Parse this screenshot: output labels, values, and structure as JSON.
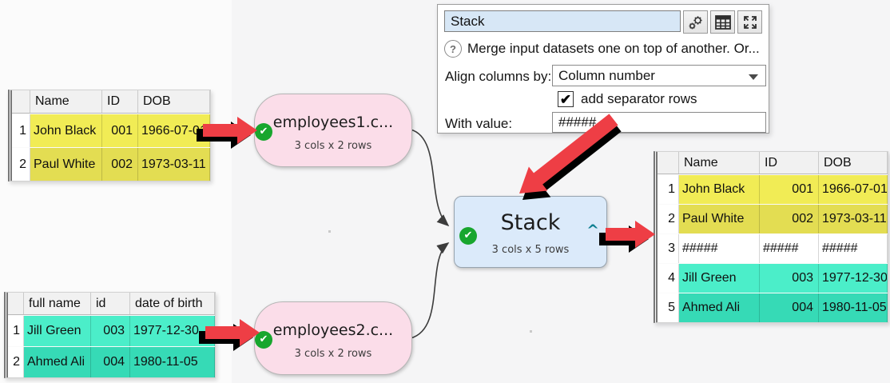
{
  "panel": {
    "name_value": "Stack",
    "help_glyph": "?",
    "description": "Merge input datasets one on top of another. Or...",
    "align_label": "Align columns by:",
    "align_value": "Column number",
    "separator_checkbox_label": "add separator rows",
    "separator_checked": true,
    "check_glyph": "✔",
    "with_value_label": "With value:",
    "with_value": "#####",
    "toolbar_icons": [
      "gears-icon",
      "table-icon",
      "expand-icon"
    ]
  },
  "canvas": {
    "nodes": [
      {
        "id": "employees1",
        "label": "employees1.c...",
        "sublabel": "3 cols x 2 rows",
        "status": "ok"
      },
      {
        "id": "employees2",
        "label": "employees2.c...",
        "sublabel": "3 cols x 2 rows",
        "status": "ok"
      },
      {
        "id": "stack",
        "label": "Stack",
        "sublabel": "3 cols x 5 rows",
        "status": "ok",
        "collapse_glyph": "^"
      }
    ]
  },
  "tables": {
    "top_left": {
      "headers": [
        "Name",
        "ID",
        "DOB"
      ],
      "rows": [
        [
          "1",
          "John Black",
          "001",
          "1966-07-01"
        ],
        [
          "2",
          "Paul White",
          "002",
          "1973-03-11"
        ]
      ],
      "row_colors": [
        "#f1ec55",
        "#e3dd52"
      ]
    },
    "bottom_left": {
      "headers": [
        "full name",
        "id",
        "date of birth"
      ],
      "rows": [
        [
          "1",
          "Jill Green",
          "003",
          "1977-12-30"
        ],
        [
          "2",
          "Ahmed Ali",
          "004",
          "1980-11-05"
        ]
      ],
      "row_colors": [
        "#4beec9",
        "#36dab6"
      ]
    },
    "right": {
      "headers": [
        "Name",
        "ID",
        "DOB"
      ],
      "rows": [
        [
          "1",
          "John Black",
          "001",
          "1966-07-01"
        ],
        [
          "2",
          "Paul White",
          "002",
          "1973-03-11"
        ],
        [
          "3",
          "#####",
          "#####",
          "#####"
        ],
        [
          "4",
          "Jill Green",
          "003",
          "1977-12-30"
        ],
        [
          "5",
          "Ahmed Ali",
          "004",
          "1980-11-05"
        ]
      ],
      "row_colors": [
        "#f1ec55",
        "#e3dd52",
        "#ffffff",
        "#4beec9",
        "#36dab6"
      ]
    }
  },
  "colors": {
    "accent_red": "#ee3e45",
    "status_green": "#18a62e",
    "node_pink": "#fbdde9",
    "node_blue": "#dbeafa",
    "highlight_yellow_1": "#f1ec55",
    "highlight_yellow_2": "#e3dd52",
    "highlight_teal_1": "#4beec9",
    "highlight_teal_2": "#36dab6",
    "name_field_blue": "#d7e7f6"
  }
}
